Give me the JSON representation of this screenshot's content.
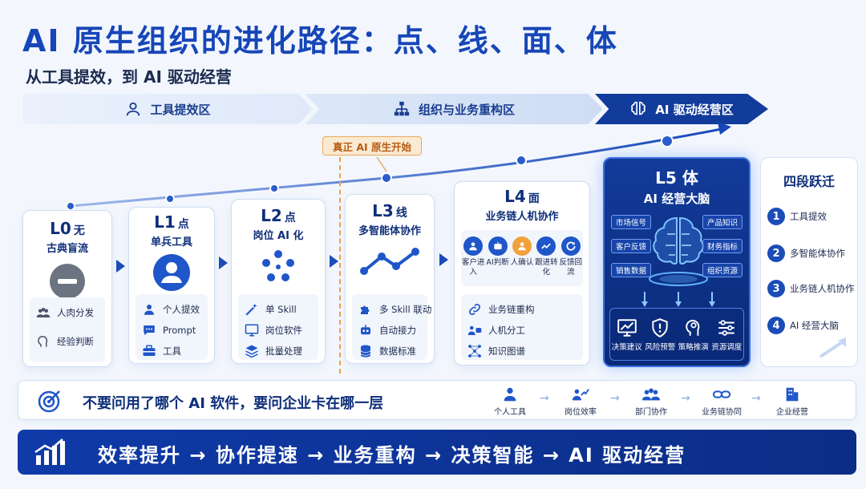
{
  "title": "AI 原生组织的进化路径：点、线、面、体",
  "subtitle": "从工具提效，到 AI 驱动经营",
  "zones": [
    {
      "label": "工具提效区",
      "icon": "person-icon"
    },
    {
      "label": "组织与业务重构区",
      "icon": "org-chart-icon"
    },
    {
      "label": "AI 驱动经营区",
      "icon": "brain-icon"
    }
  ],
  "native_tag": "真正 AI 原生开始",
  "levels": [
    {
      "code": "L0",
      "keyword": "无",
      "subtitle": "古典盲流",
      "items": [
        "人肉分发",
        "经验判断"
      ]
    },
    {
      "code": "L1",
      "keyword": "点",
      "subtitle": "单兵工具",
      "items": [
        "个人提效",
        "Prompt",
        "工具"
      ]
    },
    {
      "code": "L2",
      "keyword": "点",
      "subtitle": "岗位 AI 化",
      "items": [
        "单 Skill",
        "岗位软件",
        "批量处理"
      ]
    },
    {
      "code": "L3",
      "keyword": "线",
      "subtitle": "多智能体协作",
      "items": [
        "多 Skill 联动",
        "自动接力",
        "数据标准"
      ]
    },
    {
      "code": "L4",
      "keyword": "面",
      "subtitle": "业务链人机协作",
      "flow": [
        "客户进入",
        "AI判断",
        "人确认",
        "跟进转化",
        "反馈回流"
      ],
      "items": [
        "业务链重构",
        "人机分工",
        "知识图谱"
      ]
    },
    {
      "code": "L5",
      "keyword": "体",
      "subtitle": "AI 经营大脑",
      "inputs_left": [
        "市场信号",
        "客户反馈",
        "销售数据"
      ],
      "inputs_right": [
        "产品知识",
        "财务指标",
        "组织资源"
      ],
      "outputs": [
        "决策建议",
        "风险预警",
        "策略推演",
        "资源调度"
      ]
    }
  ],
  "stages": {
    "heading": "四段跃迁",
    "items": [
      {
        "n": "1",
        "label": "工具提效"
      },
      {
        "n": "2",
        "label": "多智能体协作"
      },
      {
        "n": "3",
        "label": "业务链人机协作"
      },
      {
        "n": "4",
        "label": "AI 经营大脑"
      }
    ]
  },
  "question": {
    "text": "不要问用了哪个 AI 软件，要问企业卡在哪一层",
    "steps": [
      "个人工具",
      "岗位效率",
      "部门协作",
      "业务链协同",
      "企业经营"
    ]
  },
  "banner": "效率提升 → 协作提速 → 业务重构 → 决策智能 → AI 驱动经营",
  "colors": {
    "primary": "#1746b8",
    "dark": "#0b2d86",
    "accent": "#f2a13b",
    "light": "#f1f5fc"
  }
}
